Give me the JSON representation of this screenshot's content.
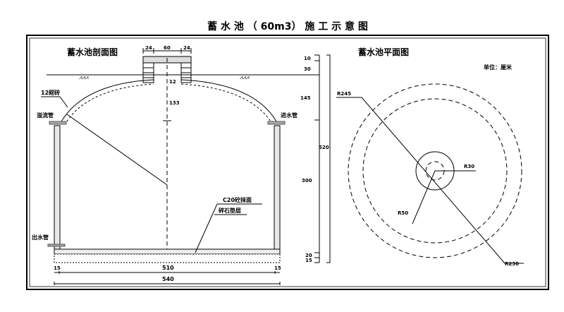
{
  "title": "蓄 水 池 （ 60m3） 施 工 示 意 图",
  "section": {
    "title": "蓄水池剖面图",
    "labels": {
      "brick": "12砌砖",
      "overflow_pipe": "溢流管",
      "inlet_pipe": "进水管",
      "outlet_pipe": "出水管",
      "plaster": "C20砼抹面",
      "gravel": "碎石垫层"
    },
    "dims": {
      "top_left": "24",
      "top_mid": "60",
      "top_right": "24",
      "neck": "12",
      "height_center": "133",
      "bottom_left": "15",
      "bottom_mid": "510",
      "bottom_right": "15",
      "total_width": "540",
      "v_10": "10",
      "v_30": "30",
      "v_145": "145",
      "v_300": "300",
      "v_20": "20",
      "v_15": "15",
      "total_height": "520"
    }
  },
  "plan": {
    "title": "蓄水池平面图",
    "unit": "单位：厘米",
    "radii": {
      "r245": "R245",
      "r230": "R230",
      "r50": "R50",
      "r30": "R30"
    }
  }
}
